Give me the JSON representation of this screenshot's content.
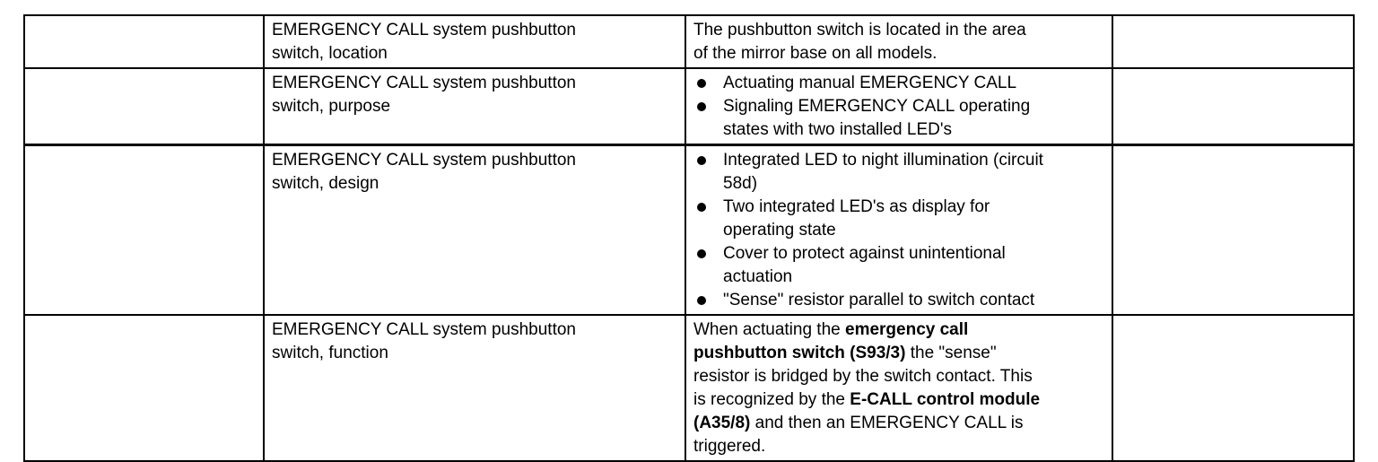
{
  "colors": {
    "background": "#ffffff",
    "text": "#000000",
    "border": "#000000"
  },
  "table": {
    "rows": [
      {
        "topic": "EMERGENCY CALL system pushbutton\nswitch, location",
        "description": {
          "type": "text",
          "text": "The pushbutton switch is located in the area\nof the mirror base on all models."
        }
      },
      {
        "topic": "EMERGENCY CALL system pushbutton\nswitch, purpose",
        "description": {
          "type": "bullets",
          "bullets": [
            "Actuating manual EMERGENCY CALL",
            "Signaling EMERGENCY CALL operating\nstates with two installed LED's"
          ]
        }
      },
      {
        "topic": "EMERGENCY CALL system pushbutton\nswitch, design",
        "description": {
          "type": "bullets",
          "bullets": [
            "Integrated LED to night illumination (circuit\n58d)",
            "Two integrated LED's as display for\noperating state",
            "Cover to protect against unintentional\nactuation",
            "\"Sense\" resistor parallel to switch contact"
          ]
        }
      },
      {
        "topic": "EMERGENCY CALL system pushbutton\nswitch, function",
        "description": {
          "type": "rich",
          "segments": [
            {
              "text": "When actuating the ",
              "bold": false
            },
            {
              "text": "emergency call\npushbutton switch (S93/3)",
              "bold": true
            },
            {
              "text": " the \"sense\"\nresistor is bridged by the switch contact. This\nis recognized by the ",
              "bold": false
            },
            {
              "text": "E-CALL control module\n(A35/8)",
              "bold": true
            },
            {
              "text": " and then an EMERGENCY CALL is\ntriggered.",
              "bold": false
            }
          ]
        }
      }
    ]
  }
}
